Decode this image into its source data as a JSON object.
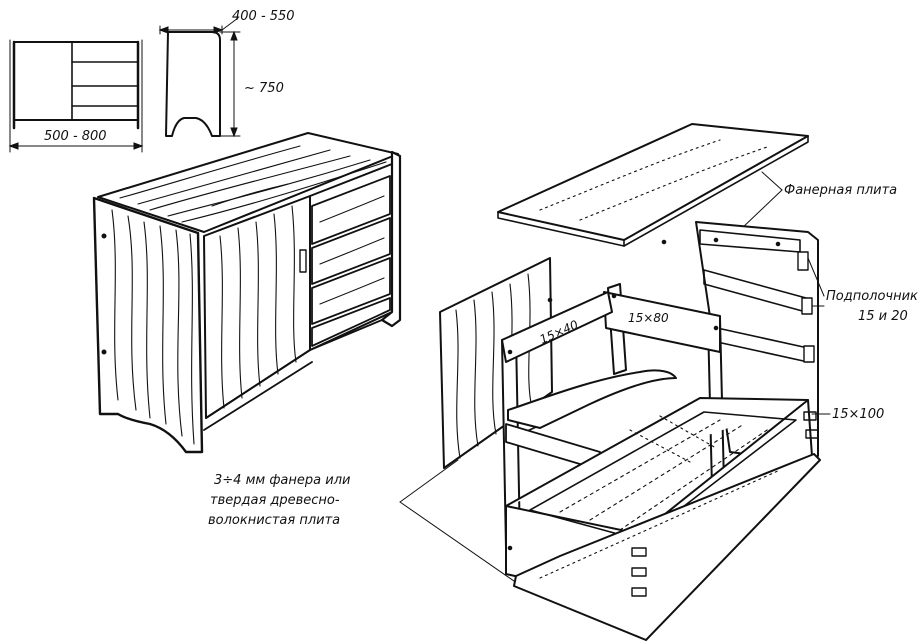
{
  "dimensions": {
    "depth_range": "400 - 550",
    "height": "~ 750",
    "width_range": "500 - 800",
    "crossbar_top": "15×40",
    "crossbar_back": "15×80",
    "shelf_support_size": "15 и 20",
    "drawer_front": "15×100"
  },
  "labels": {
    "plywood_top": "Фанерная плита",
    "shelf_support_title": "Подполочник",
    "side_panel_line1": "3÷4 мм фанера или",
    "side_panel_line2": "твердая древесно-",
    "side_panel_line3": "волокнистая плита"
  }
}
